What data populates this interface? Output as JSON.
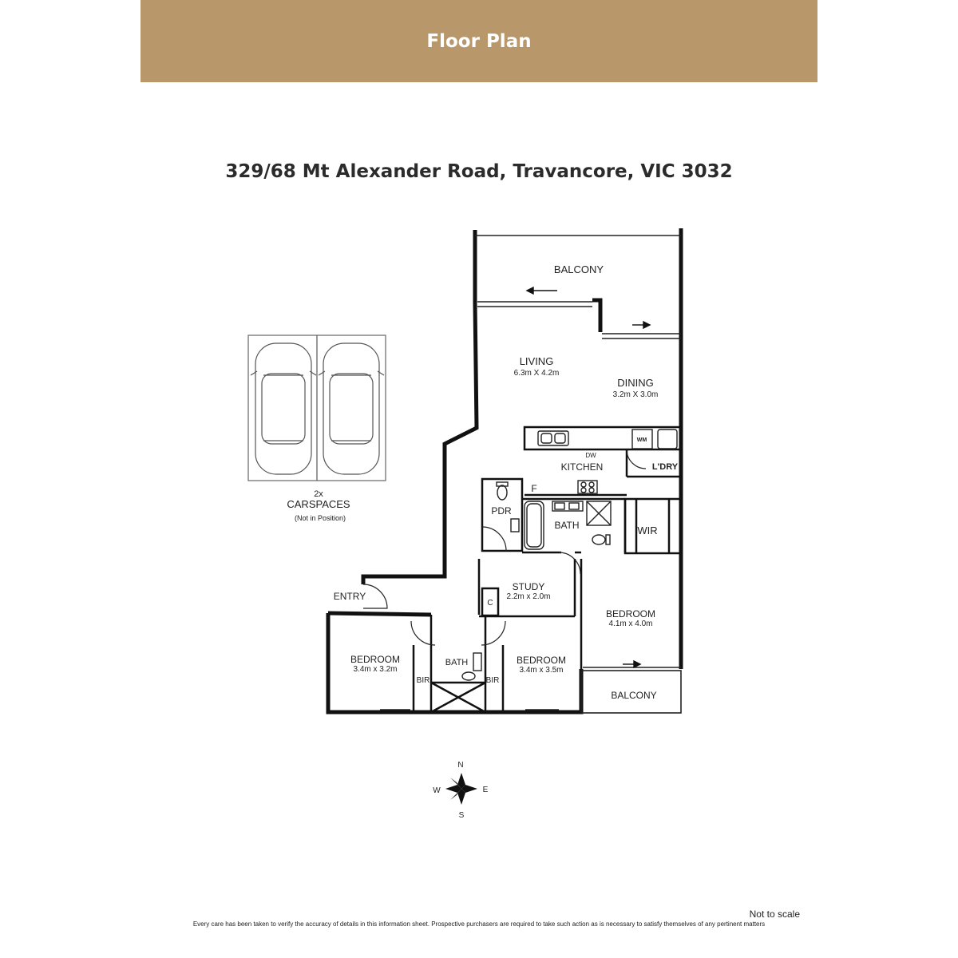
{
  "header": {
    "title": "Floor Plan",
    "color": "#b8976b"
  },
  "address": "329/68 Mt Alexander Road, Travancore, VIC 3032",
  "carspaces": {
    "count": "2x",
    "label": "CARSPACES",
    "note": "(Not in Position)"
  },
  "rooms": {
    "balcony_top": "BALCONY",
    "living": "LIVING",
    "living_dim": "6.3m X 4.2m",
    "dining": "DINING",
    "dining_dim": "3.2m X 3.0m",
    "kitchen": "KITCHEN",
    "dw": "DW",
    "wm": "WM",
    "laundry": "L'DRY",
    "fridge": "F",
    "pdr": "PDR",
    "bath_main": "BATH",
    "wir": "WIR",
    "study": "STUDY",
    "study_dim": "2.2m x 2.0m",
    "cupboard": "C",
    "entry": "ENTRY",
    "bedroom_main": "BEDROOM",
    "bedroom_main_dim": "4.1m x 4.0m",
    "bedroom_left": "BEDROOM",
    "bedroom_left_dim": "3.4m x 3.2m",
    "bath_small": "BATH",
    "bir_left": "BIR",
    "bir_right": "BIR",
    "bedroom_mid": "BEDROOM",
    "bedroom_mid_dim": "3.4m x 3.5m",
    "balcony_bottom": "BALCONY"
  },
  "compass": {
    "n": "N",
    "s": "S",
    "e": "E",
    "w": "W"
  },
  "footer": {
    "not_to_scale": "Not to scale",
    "disclaimer": "Every care has been taken to verify the accuracy of details in this information sheet. Prospective purchasers are required to take such action as is necessary to satisfy themselves of any pertinent matters"
  }
}
